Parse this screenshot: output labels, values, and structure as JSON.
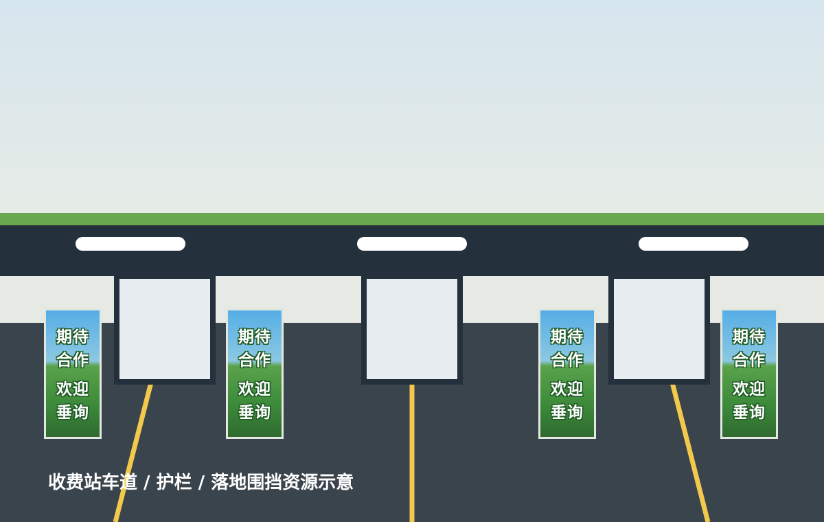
{
  "sign": {
    "line1": "期待",
    "line2": "合作",
    "line3": "欢迎",
    "line4": "垂询"
  },
  "caption": "收费站车道 / 护栏 / 落地围挡资源示意",
  "colors": {
    "canopy": "#24303c",
    "road": "#3a444d",
    "lane_marking": "#f2c94c",
    "green_strip": "#6aa84f"
  }
}
